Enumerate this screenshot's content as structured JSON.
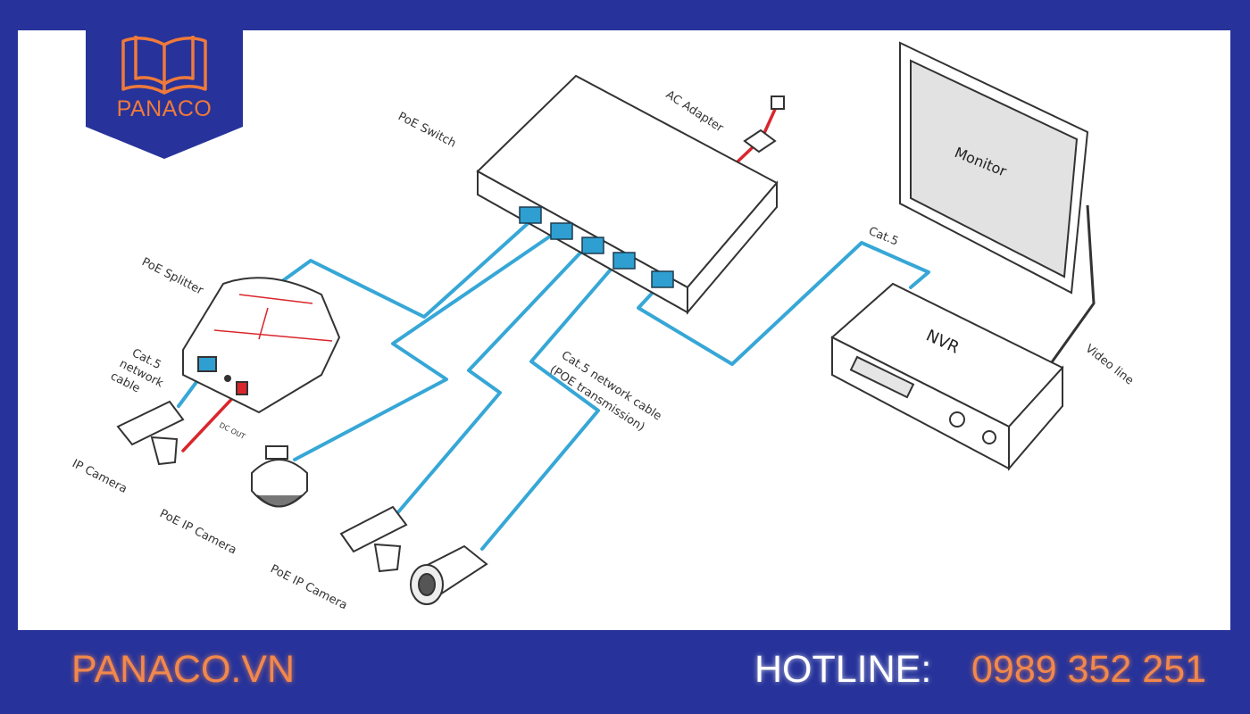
{
  "brand": {
    "logo_text": "PANACO",
    "colors": {
      "frame": "#27339a",
      "accent": "#ef7a3b",
      "cable": "#36a7d6",
      "power": "#d9262c"
    }
  },
  "diagram": {
    "labels": {
      "poe_switch": "PoE  Switch",
      "ac_adapter": "AC Adapter",
      "monitor": "Monitor",
      "cat5_top": "Cat.5",
      "nvr": "NVR",
      "video_line": "Video line",
      "poe_splitter": "PoE Splitter",
      "cat5_network_cable_1": "Cat.5",
      "cat5_network_cable_2": "network",
      "cat5_network_cable_3": "cable",
      "cat5_poe_1": "Cat.5 network cable",
      "cat5_poe_2": "(POE transmission)",
      "dc_out": "DC OUT",
      "ip_camera": "IP Camera",
      "poe_ip_camera_1": "PoE IP Camera",
      "poe_ip_camera_2": "PoE IP Camera"
    }
  },
  "footer": {
    "website": "PANACO.VN",
    "hotline_label": "HOTLINE:",
    "phone": "0989 352 251"
  }
}
